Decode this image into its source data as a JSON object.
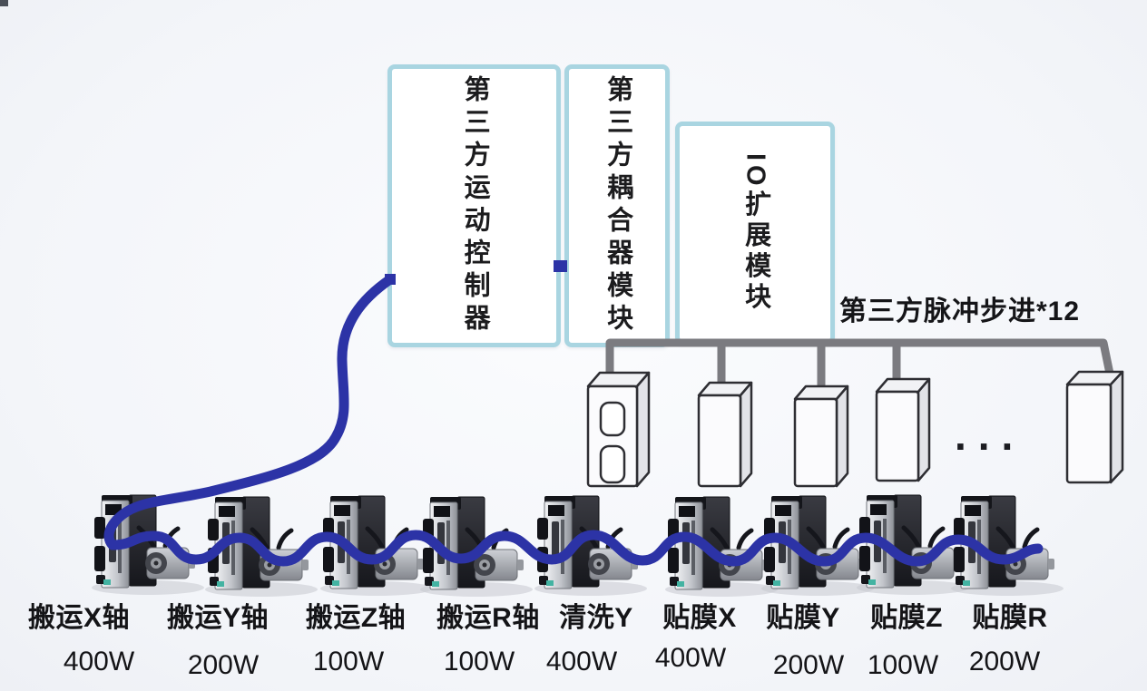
{
  "diagram": {
    "controller_box": {
      "label": "第三方运动控制器"
    },
    "coupler_box": {
      "label": "第三方耦合器模块"
    },
    "io_box": {
      "label": "IO扩展模块"
    },
    "bus_label": "第三方脉冲步进*12",
    "ellipsis": "...",
    "axes": [
      {
        "name": "搬运X轴",
        "power": "400W"
      },
      {
        "name": "搬运Y轴",
        "power": "200W"
      },
      {
        "name": "搬运Z轴",
        "power": "100W"
      },
      {
        "name": "搬运R轴",
        "power": "100W"
      },
      {
        "name": "清洗Y",
        "power": "400W"
      },
      {
        "name": "贴膜X",
        "power": "400W"
      },
      {
        "name": "贴膜Y",
        "power": "200W"
      },
      {
        "name": "贴膜Z",
        "power": "100W"
      },
      {
        "name": "贴膜R",
        "power": "200W"
      }
    ],
    "colors": {
      "cable_blue": "#2c33a6",
      "bus_gray": "#7b7b80",
      "box_border_blue": "#a9d5e1",
      "background": "#f3f5f9"
    }
  }
}
